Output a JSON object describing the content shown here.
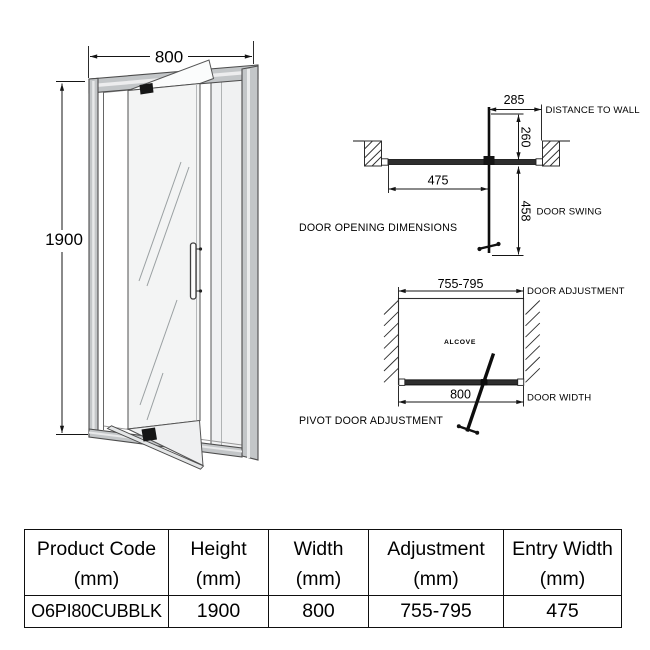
{
  "front_view": {
    "width_mm": "800",
    "height_mm": "1900"
  },
  "door_opening_diagram": {
    "title": "DOOR OPENING DIMENSIONS",
    "distance_to_wall_value": "285",
    "distance_to_wall_label": "DISTANCE TO WALL",
    "wall_offset_value": "260",
    "entry_width_value": "475",
    "door_swing_value": "458",
    "door_swing_label": "DOOR SWING"
  },
  "pivot_adjustment_diagram": {
    "title": "PIVOT DOOR ADJUSTMENT",
    "adjustment_value": "755-795",
    "adjustment_label": "DOOR ADJUSTMENT",
    "alcove_label": "ALCOVE",
    "door_width_value": "800",
    "door_width_label": "DOOR WIDTH"
  },
  "spec_table": {
    "columns": [
      {
        "title": "Product Code",
        "unit": "(mm)"
      },
      {
        "title": "Height",
        "unit": "(mm)"
      },
      {
        "title": "Width",
        "unit": "(mm)"
      },
      {
        "title": "Adjustment",
        "unit": "(mm)"
      },
      {
        "title": "Entry Width",
        "unit": "(mm)"
      }
    ],
    "row": {
      "product_code": "O6PI80CUBBLK",
      "height": "1900",
      "width": "800",
      "adjustment": "755-795",
      "entry_width": "475"
    }
  },
  "colors": {
    "line": "#1a1a1a",
    "frame_gray": "#c3c6c8",
    "glass": "#f3f4f4",
    "bar_dark": "#2e2e2e"
  }
}
